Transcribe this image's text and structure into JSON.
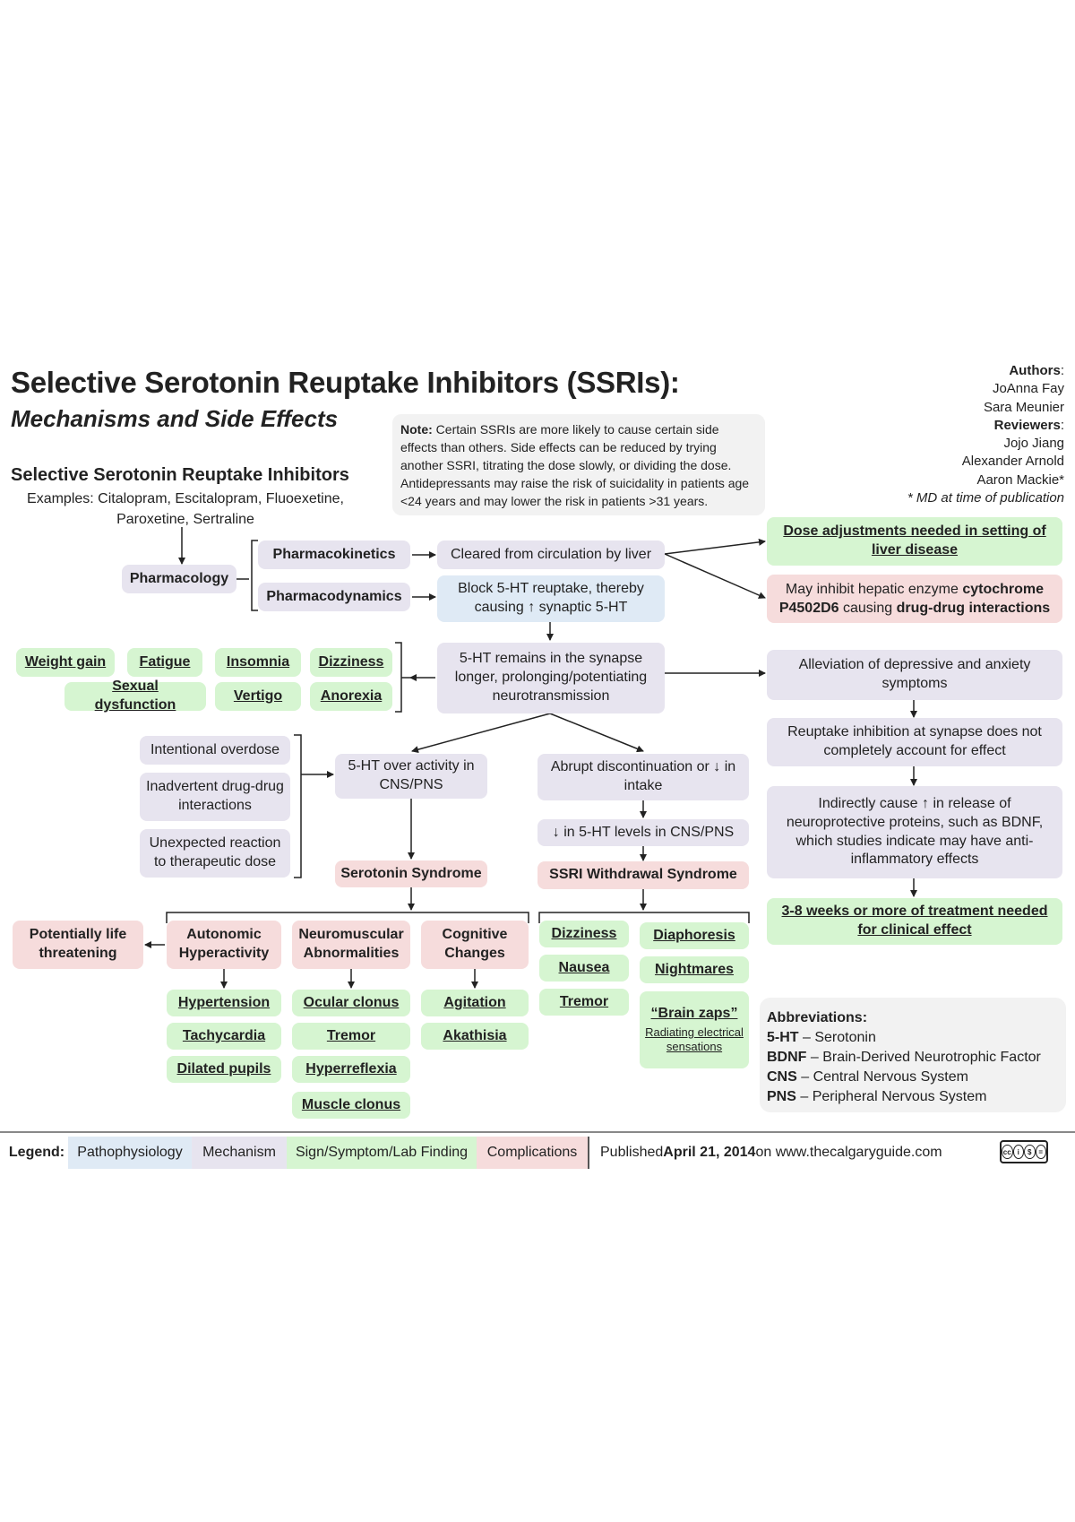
{
  "title": "Selective Serotonin Reuptake Inhibitors (SSRIs):",
  "subtitle": "Mechanisms and Side Effects",
  "ssri": {
    "heading": "Selective Serotonin Reuptake Inhibitors",
    "examples": "Examples: Citalopram, Escitalopram, Fluoexetine, Paroxetine, Sertraline"
  },
  "note": {
    "label": "Note:",
    "text": "Certain SSRIs are more likely to cause certain side effects than others. Side effects can be reduced by trying another SSRI, titrating the dose slowly, or dividing the dose. Antidepressants may raise the risk of suicidality in patients age <24 years and may lower the risk in patients >31 years."
  },
  "credits": {
    "authors_label": "Authors",
    "authors": [
      "JoAnna Fay",
      "Sara Meunier"
    ],
    "reviewers_label": "Reviewers",
    "reviewers": [
      "Jojo Jiang",
      "Alexander Arnold",
      "Aaron Mackie*"
    ],
    "footnote": "* MD at time of publication"
  },
  "nodes": {
    "pharmacology": "Pharmacology",
    "pharmacokinetics": "Pharmacokinetics",
    "pharmacodynamics": "Pharmacodynamics",
    "cleared": "Cleared from circulation by liver",
    "block": "Block 5-HT reuptake, thereby causing ↑ synaptic 5-HT",
    "dose_adjust": "Dose adjustments needed in setting of liver disease",
    "inhibit_pre": "May inhibit hepatic enzyme ",
    "inhibit_b1": "cytochrome P4502D6",
    "inhibit_mid": " causing ",
    "inhibit_b2": "drug-drug interactions",
    "remains": "5-HT remains in the synapse longer, prolonging/potentiating neurotransmission",
    "alleviation": "Alleviation of depressive and anxiety symptoms",
    "reuptake_inhib": "Reuptake inhibition at synapse does not completely account for effect",
    "indirect": "Indirectly cause ↑ in release of neuroprotective proteins, such as BDNF, which studies indicate may have anti-inflammatory effects",
    "weeks": "3-8 weeks or more of treatment needed for clinical effect",
    "intentional": "Intentional overdose",
    "inadvertent": "Inadvertent drug-drug interactions",
    "unexpected": "Unexpected reaction to therapeutic dose",
    "overactivity": "5-HT over activity in CNS/PNS",
    "serotonin_syndrome": "Serotonin Syndrome",
    "abrupt": "Abrupt discontinuation or ↓ in intake",
    "decrease": "↓ in 5-HT levels in CNS/PNS",
    "withdrawal": "SSRI Withdrawal Syndrome",
    "life_threat": "Potentially life threatening",
    "autonomic": "Autonomic Hyperactivity",
    "neuromuscular": "Neuromuscular Abnormalities",
    "cognitive": "Cognitive Changes"
  },
  "side_effects": {
    "weight_gain": "Weight gain",
    "fatigue": "Fatigue",
    "insomnia": "Insomnia",
    "dizziness": "Dizziness",
    "sexual": "Sexual dysfunction",
    "vertigo": "Vertigo",
    "anorexia": "Anorexia"
  },
  "signs": {
    "hypertension": "Hypertension",
    "tachycardia": "Tachycardia",
    "dilated": "Dilated pupils",
    "ocular": "Ocular clonus",
    "tremor": "Tremor",
    "hyperreflexia": "Hyperreflexia",
    "muscle": "Muscle clonus",
    "agitation": "Agitation",
    "akathisia": "Akathisia",
    "w_dizziness": "Dizziness",
    "w_nausea": "Nausea",
    "w_tremor": "Tremor",
    "w_diaphoresis": "Diaphoresis",
    "w_nightmares": "Nightmares",
    "w_brainzaps": "“Brain zaps”",
    "w_brainzaps_sub": "Radiating electrical sensations"
  },
  "abbreviations": {
    "title": "Abbreviations:",
    "items": [
      {
        "abbr": "5-HT",
        "def": " – Serotonin"
      },
      {
        "abbr": "BDNF",
        "def": " – Brain-Derived Neurotrophic Factor"
      },
      {
        "abbr": "CNS",
        "def": " – Central Nervous System"
      },
      {
        "abbr": "PNS",
        "def": " – Peripheral Nervous System"
      }
    ]
  },
  "legend": {
    "label": "Legend:",
    "items": [
      {
        "text": "Pathophysiology",
        "color": "#dfeaf5"
      },
      {
        "text": "Mechanism",
        "color": "#e7e4ef"
      },
      {
        "text": "Sign/Symptom/Lab Finding",
        "color": "#d6f5d1"
      },
      {
        "text": "Complications",
        "color": "#f6dcdc"
      }
    ],
    "published_pre": "Published ",
    "published_date": "April 21, 2014",
    "published_post": " on www.thecalgaryguide.com"
  },
  "colors": {
    "pathophysiology": "#dfeaf5",
    "mechanism": "#e7e4ef",
    "sign": "#d6f5d1",
    "complications": "#f6dcdc",
    "note_bg": "#f2f2f2"
  }
}
